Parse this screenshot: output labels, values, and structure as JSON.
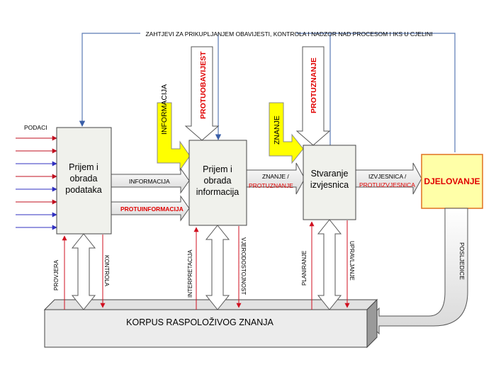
{
  "top_feedback_label": "ZAHTJEVI ZA PRIKUPLJANJEM OBAVIJESTI, KONTROLA I NADZOR NAD PROCESOM I IKS U CJELINI",
  "inputs_label": "PODACI",
  "boxes": {
    "reception": [
      "Prijem i",
      "obrada",
      "podataka"
    ],
    "processing": [
      "Prijem i",
      "obrada",
      "informacija"
    ],
    "reporting": [
      "Stvaranje",
      "izvjesnica"
    ],
    "action": "DJELOVANJE",
    "corpus": "KORPUS RASPOLOŽIVOG ZNANJA"
  },
  "flows": {
    "information": "INFORMACIJA",
    "counter_information": "PROTUINFORMACIJA",
    "knowledge": "ZNANJE /",
    "counter_knowledge": "PROTUZNANJE",
    "reports": "IZVJESNICA /",
    "counter_reports": "PROTUIZVJESNICA"
  },
  "external_inputs": {
    "information_in": "INFORMACIJA",
    "counter_notice_in": "PROTUOBAVIJEST",
    "knowledge_in": "ZNANJE",
    "counter_knowledge_in": "PROTUZNANJE"
  },
  "corpus_links": {
    "check": "PROVJERA",
    "control": "KONTROLA",
    "interpretation": "INTERPRETACIJA",
    "reliability": "VJERODOSTOJNOST",
    "planning": "PLANIRANJE",
    "management": "UPRAVLJANJE",
    "consequences": "POSLJEDICE"
  },
  "colors": {
    "box_fill": "#f0f1ec",
    "action_fill": "#ffffa8",
    "action_border": "#e07020",
    "highlight_arrow": "#ffff00",
    "feedback_line": "#5a7ab5",
    "red_text": "#e00000",
    "input_arrow_red": "#c01020",
    "input_arrow_blue": "#3030c0"
  }
}
